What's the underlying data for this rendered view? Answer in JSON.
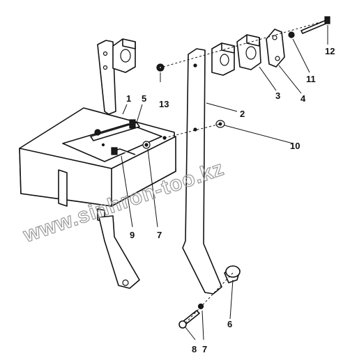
{
  "watermark": "www.sinhron-too.kz",
  "callouts": {
    "c1": "1",
    "c2": "2",
    "c3": "3",
    "c4": "4",
    "c5": "5",
    "c6": "6",
    "c7a": "7",
    "c7b": "7",
    "c8": "8",
    "c9": "9",
    "c10": "10",
    "c11": "11",
    "c12": "12",
    "c13": "13"
  }
}
